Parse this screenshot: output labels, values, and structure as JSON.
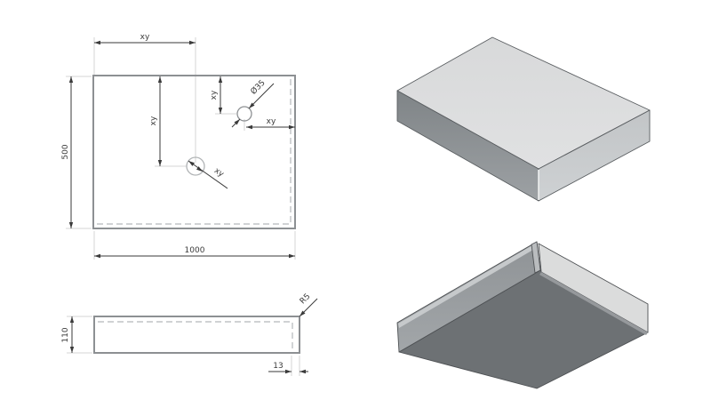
{
  "drawing": {
    "type": "technical-drawing-sheet-metal-worktop",
    "views": {
      "plan": {
        "dims": {
          "width": "1000",
          "height": "500",
          "hole1_x": "xy",
          "hole1_y": "xy",
          "hole1_diameter": "xy",
          "hole2_y": "xy",
          "hole2_offset_right": "xy",
          "hole2_diameter": "Ø35"
        }
      },
      "side": {
        "dims": {
          "height": "110",
          "corner_radius": "R5",
          "flange_offset": "13"
        }
      }
    },
    "colors": {
      "background": "#ffffff",
      "part_outline": "#8d9093",
      "dimension": "#3a3a3a",
      "extension_line": "#d4d4d4",
      "bend_dashed_line": "#b5b8ba",
      "iso_top_face": "#dcdddd",
      "iso_left_face": "#83878a",
      "iso_right_face": "#c6c9cb",
      "iso_underside": "#6d7174",
      "iso_flange_outer": "#97999c",
      "iso_flange_light": "#dbdcdc"
    }
  }
}
